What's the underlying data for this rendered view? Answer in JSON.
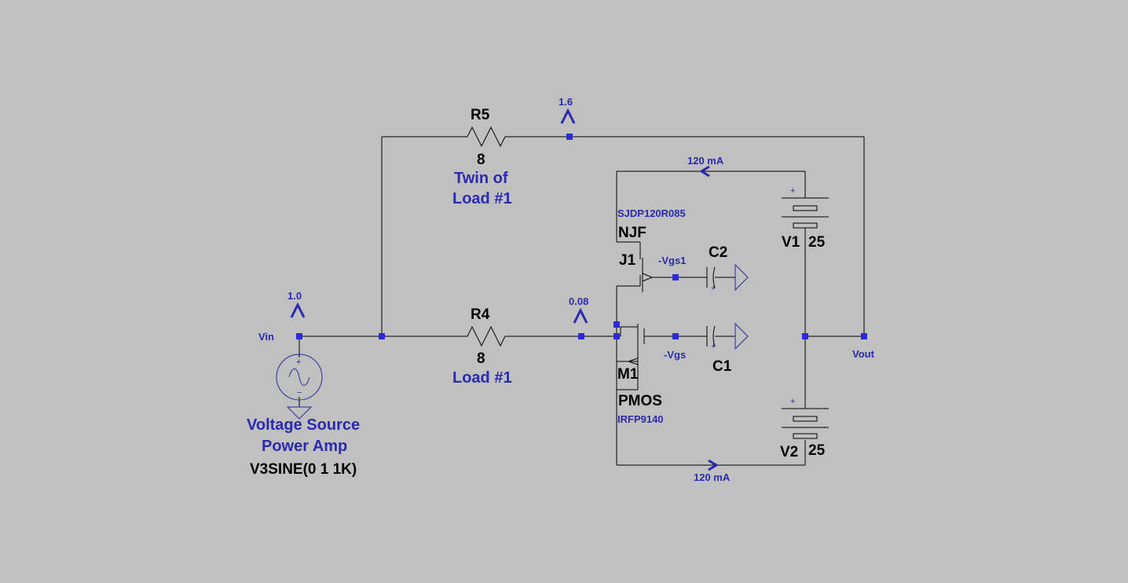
{
  "probes": {
    "vin_probe": "1.0",
    "r5_probe": "1.6",
    "r4_probe": "0.08"
  },
  "nets": {
    "vin": "Vin",
    "vout": "Vout",
    "vgs1": "-Vgs1",
    "vgs": "-Vgs"
  },
  "r5": {
    "ref": "R5",
    "value": "8",
    "desc_line1": "Twin of",
    "desc_line2": "Load #1"
  },
  "r4": {
    "ref": "R4",
    "value": "8",
    "desc": "Load #1"
  },
  "source": {
    "desc_line1": "Voltage Source",
    "desc_line2": "Power Amp",
    "value": "V3SINE(0 1 1K)"
  },
  "j1": {
    "model": "SJDP120R085",
    "type": "NJF",
    "ref": "J1"
  },
  "m1": {
    "ref": "M1",
    "type": "PMOS",
    "model": "IRFP9140"
  },
  "c1": {
    "ref": "C1"
  },
  "c2": {
    "ref": "C2"
  },
  "v1": {
    "ref": "V1",
    "value": "25"
  },
  "v2": {
    "ref": "V2",
    "value": "25"
  },
  "currents": {
    "top": "120 mA",
    "bottom": "120 mA"
  },
  "colors": {
    "background": "#c0c0c0",
    "wire": "#000000",
    "label_blue": "#2a2ab0",
    "junction": "#2b2bd6"
  }
}
